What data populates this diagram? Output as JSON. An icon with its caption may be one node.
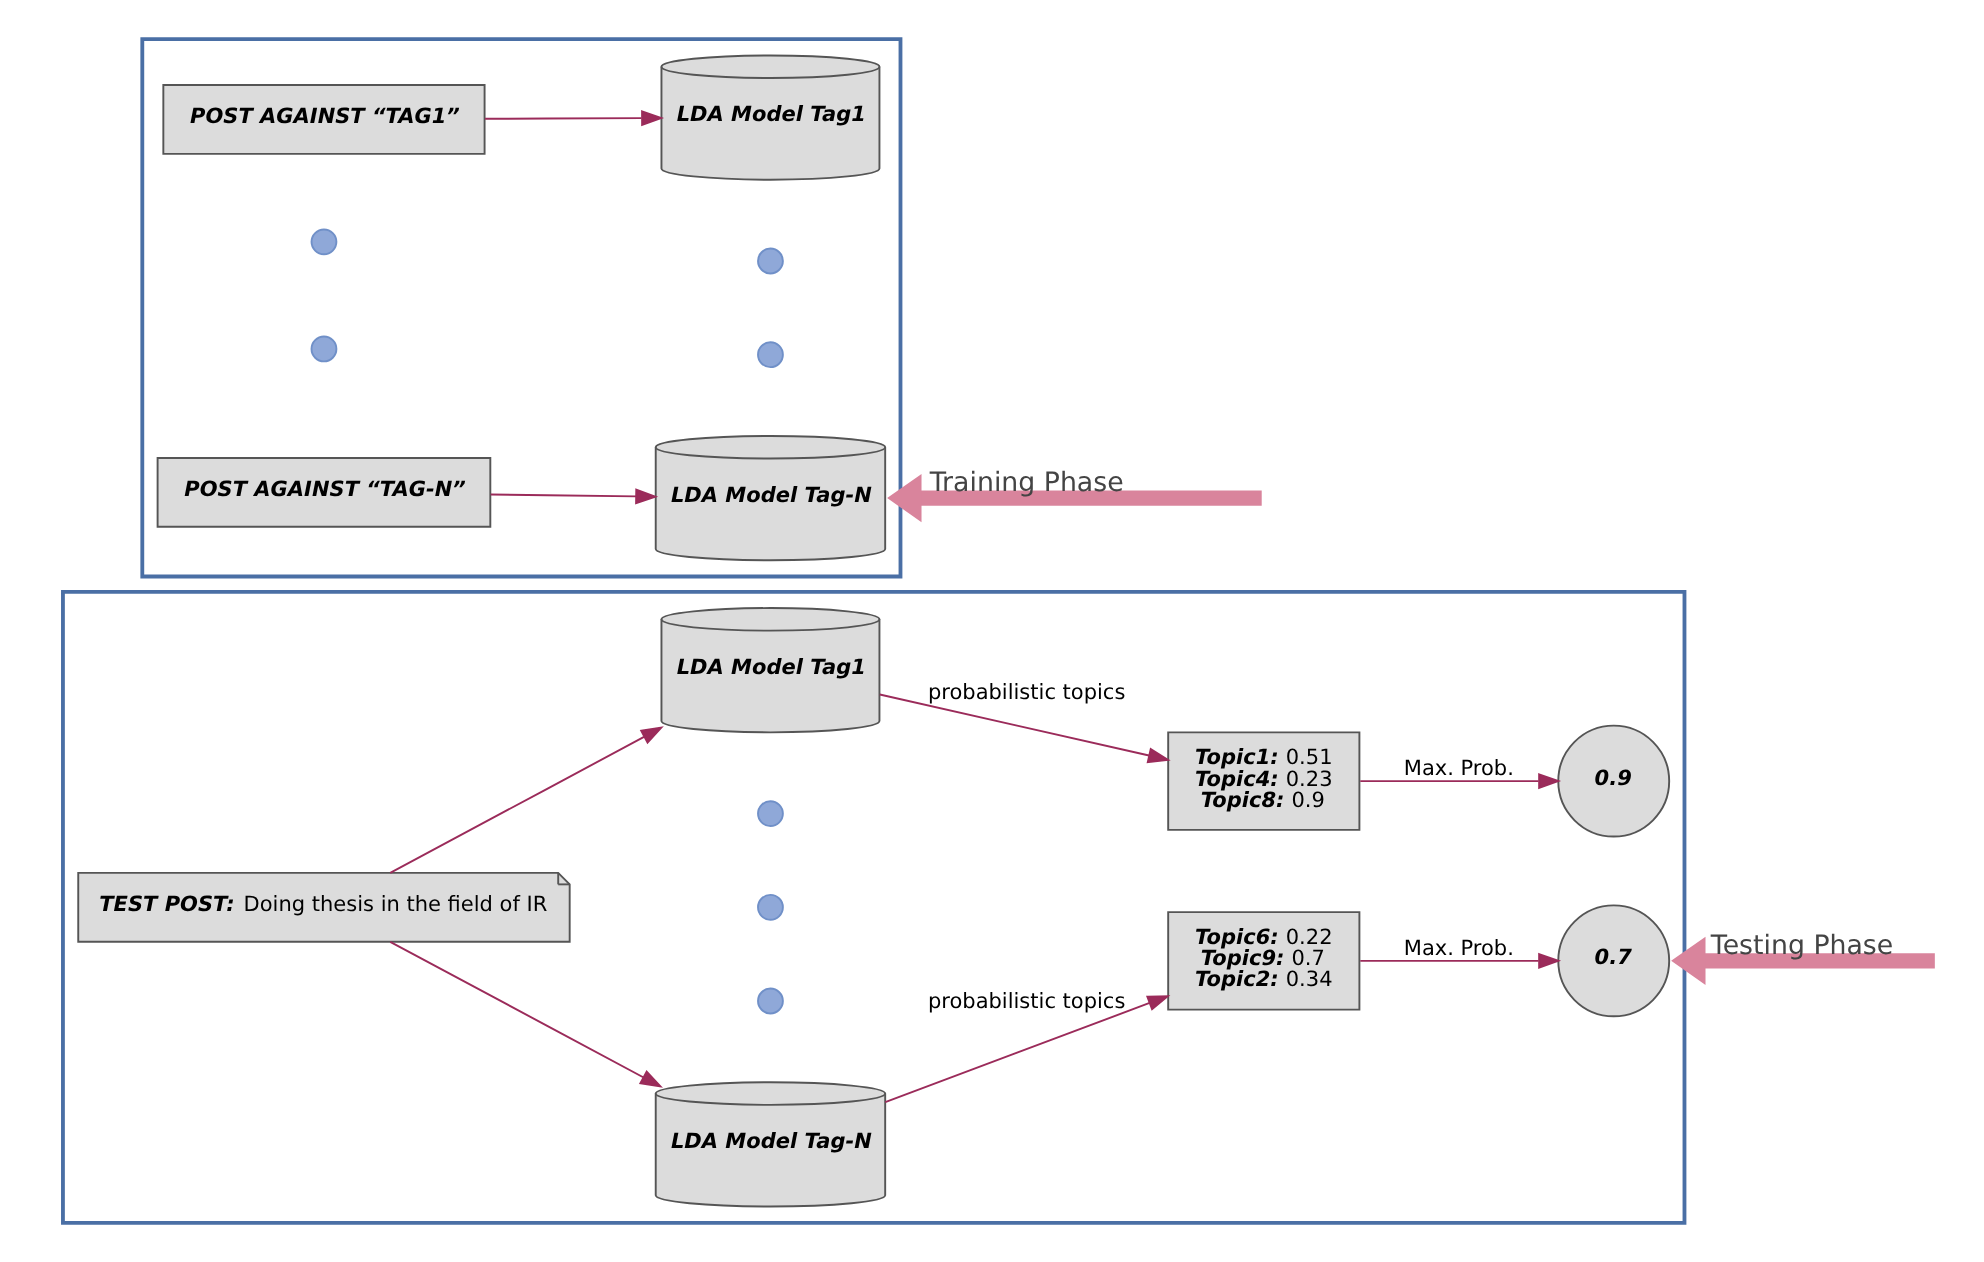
{
  "diagram": {
    "nodes": [
      {
        "text": [],
        "shape": "box"
      },
      {
        "text": [
          "POST AGAINST “TAG1”"
        ],
        "in": 0
      },
      {
        "text": [
          "LDA Model Tag1"
        ],
        "in": 0
      },
      {
        "text": [],
        "shape": "circle",
        "in": 0
      },
      {
        "text": [],
        "shape": "circle",
        "in": 0
      },
      {
        "text": [],
        "shape": "circle",
        "in": 0
      },
      {
        "text": [],
        "shape": "circle",
        "in": 0
      },
      {
        "text": [
          "POST AGAINST “TAG-N”"
        ],
        "in": 0
      },
      {
        "text": [
          "LDA Model Tag-N"
        ],
        "in": 0
      },
      {
        "text": [],
        "shape": "box"
      },
      {
        "text": [
          "**TEST POST:** Doing thesis in the field of IR"
        ],
        "in": 9
      },
      {
        "text": [
          "LDA Model Tag1"
        ],
        "in": 9
      },
      {
        "text": [],
        "shape": "circle",
        "in": 9
      },
      {
        "text": [],
        "shape": "circle",
        "in": 9
      },
      {
        "text": [],
        "shape": "circle",
        "in": 9
      },
      {
        "text": [
          "LDA Model Tag-N"
        ],
        "in": 9
      },
      {
        "text": [
          "**Topic1:** 0.51",
          "**Topic4:** 0.23",
          "**Topic8:** 0.9"
        ],
        "in": 9
      },
      {
        "text": [
          "0.9"
        ],
        "in": 9
      },
      {
        "text": [
          "**Topic6:** 0.22",
          "**Topic9:** 0.7",
          "**Topic2:** 0.34"
        ],
        "in": 9
      },
      {
        "text": [
          "0.7"
        ],
        "in": 9
      }
    ],
    "edges": [
      {
        "from": 1,
        "to": 2,
        "arrow": "to"
      },
      {
        "from": 7,
        "to": 8,
        "arrow": "to"
      },
      {
        "from": null,
        "to": 0,
        "arrow": "to",
        "label": "Training Phase",
        "style": "thick",
        "color": "#d9849c"
      },
      {
        "from": 10,
        "to": 11,
        "arrow": "to"
      },
      {
        "from": 10,
        "to": 15,
        "arrow": "to"
      },
      {
        "from": 11,
        "to": 16,
        "arrow": "to",
        "label": "probabilistic topics"
      },
      {
        "from": 16,
        "to": 17,
        "arrow": "to",
        "label": "Max. Prob."
      },
      {
        "from": 15,
        "to": 18,
        "arrow": "to",
        "label": "probabilistic topics"
      },
      {
        "from": 18,
        "to": 19,
        "arrow": "to",
        "label": "Max. Prob."
      },
      {
        "from": null,
        "to": 9,
        "arrow": "to",
        "label": "Testing Phase",
        "style": "thick",
        "color": "#d9849c"
      }
    ]
  }
}
